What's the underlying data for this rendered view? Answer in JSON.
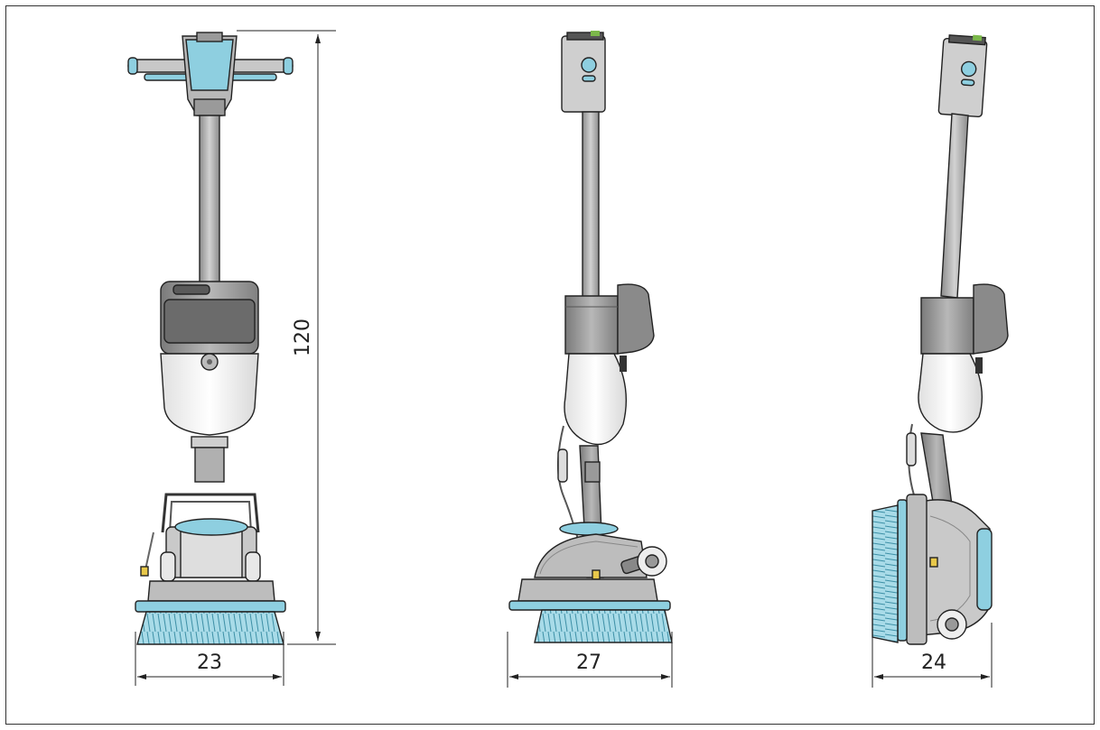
{
  "colors": {
    "frame": "#333333",
    "accent_blue": "#8ecfe0",
    "body_grey": "#9a9a9a",
    "light_grey": "#cfcfcf",
    "tank_white": "#f4f4f4",
    "line": "#222222"
  },
  "views": [
    {
      "id": "front",
      "width_dim": "23",
      "height_dim": "120"
    },
    {
      "id": "side",
      "width_dim": "27"
    },
    {
      "id": "tilted",
      "width_dim": "24"
    }
  ]
}
